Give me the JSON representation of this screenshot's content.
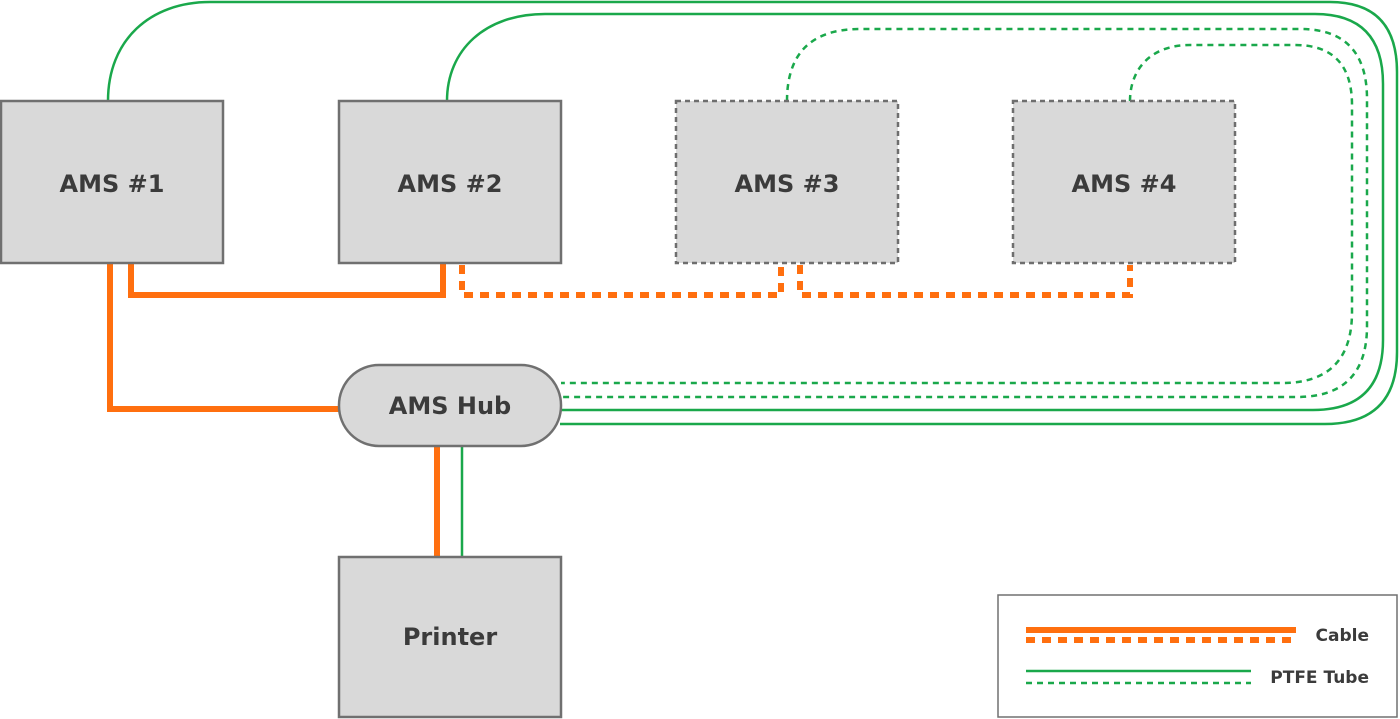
{
  "colors": {
    "box_fill": "#d9d9d9",
    "box_stroke": "#707070",
    "dashed_box_stroke": "#6e6e6e",
    "text": "#3b3b3b",
    "cable": "#ff6f0f",
    "ptfe": "#1aa84b"
  },
  "nodes": {
    "ams1": {
      "label": "AMS #1",
      "style": "solid"
    },
    "ams2": {
      "label": "AMS #2",
      "style": "solid"
    },
    "ams3": {
      "label": "AMS #3",
      "style": "dashed"
    },
    "ams4": {
      "label": "AMS #4",
      "style": "dashed"
    },
    "hub": {
      "label": "AMS Hub",
      "style": "solid"
    },
    "printer": {
      "label": "Printer",
      "style": "solid"
    }
  },
  "legend": {
    "cable_label": "Cable",
    "ptfe_label": "PTFE Tube"
  }
}
